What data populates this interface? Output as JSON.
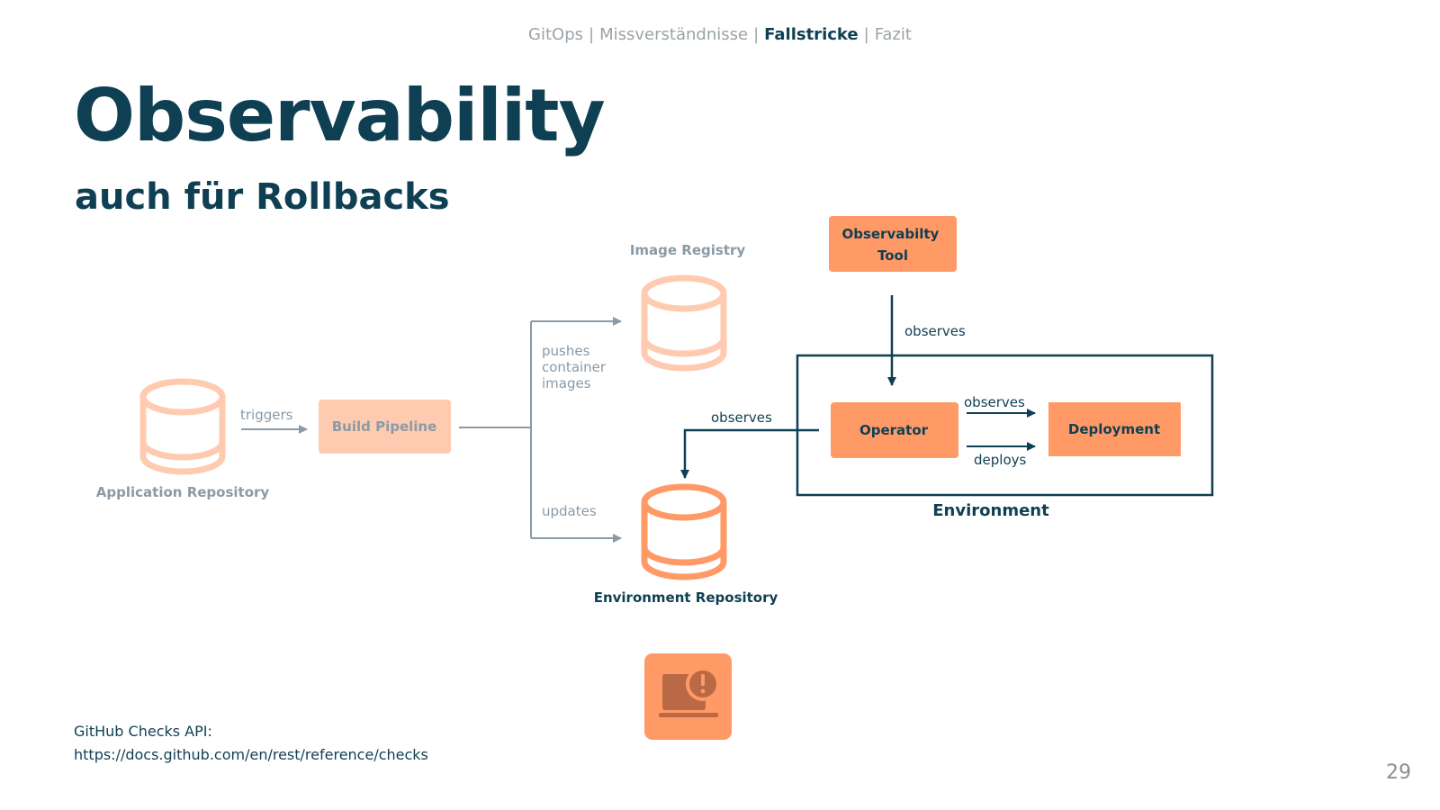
{
  "breadcrumb": {
    "items": [
      "GitOps",
      "Missverständnisse",
      "Fallstricke",
      "Fazit"
    ],
    "separator": "|",
    "active_index": 2
  },
  "title": "Observability",
  "subtitle": "auch für Rollbacks",
  "diagram": {
    "application_repository": "Application Repository",
    "triggers": "triggers",
    "build_pipeline": "Build Pipeline",
    "pushes_lines": [
      "pushes",
      "container",
      "images"
    ],
    "image_registry": "Image Registry",
    "updates": "updates",
    "environment_repository": "Environment Repository",
    "observability_tool_lines": [
      "Observabilty",
      "Tool"
    ],
    "observes_tool": "observes",
    "observes_repo": "observes",
    "operator": "Operator",
    "observes_deployment": "observes",
    "deploys": "deploys",
    "deployment": "Deployment",
    "environment": "Environment",
    "checks_icon": "laptop-alert-icon"
  },
  "colors": {
    "navy": "#0f3f52",
    "orange": "#ff9966",
    "light_orange": "#ffcbb0",
    "faded_gray": "#8a9aa6"
  },
  "footnote": {
    "line1": "GitHub Checks API:",
    "line2": "https://docs.github.com/en/rest/reference/checks"
  },
  "page_number": "29"
}
